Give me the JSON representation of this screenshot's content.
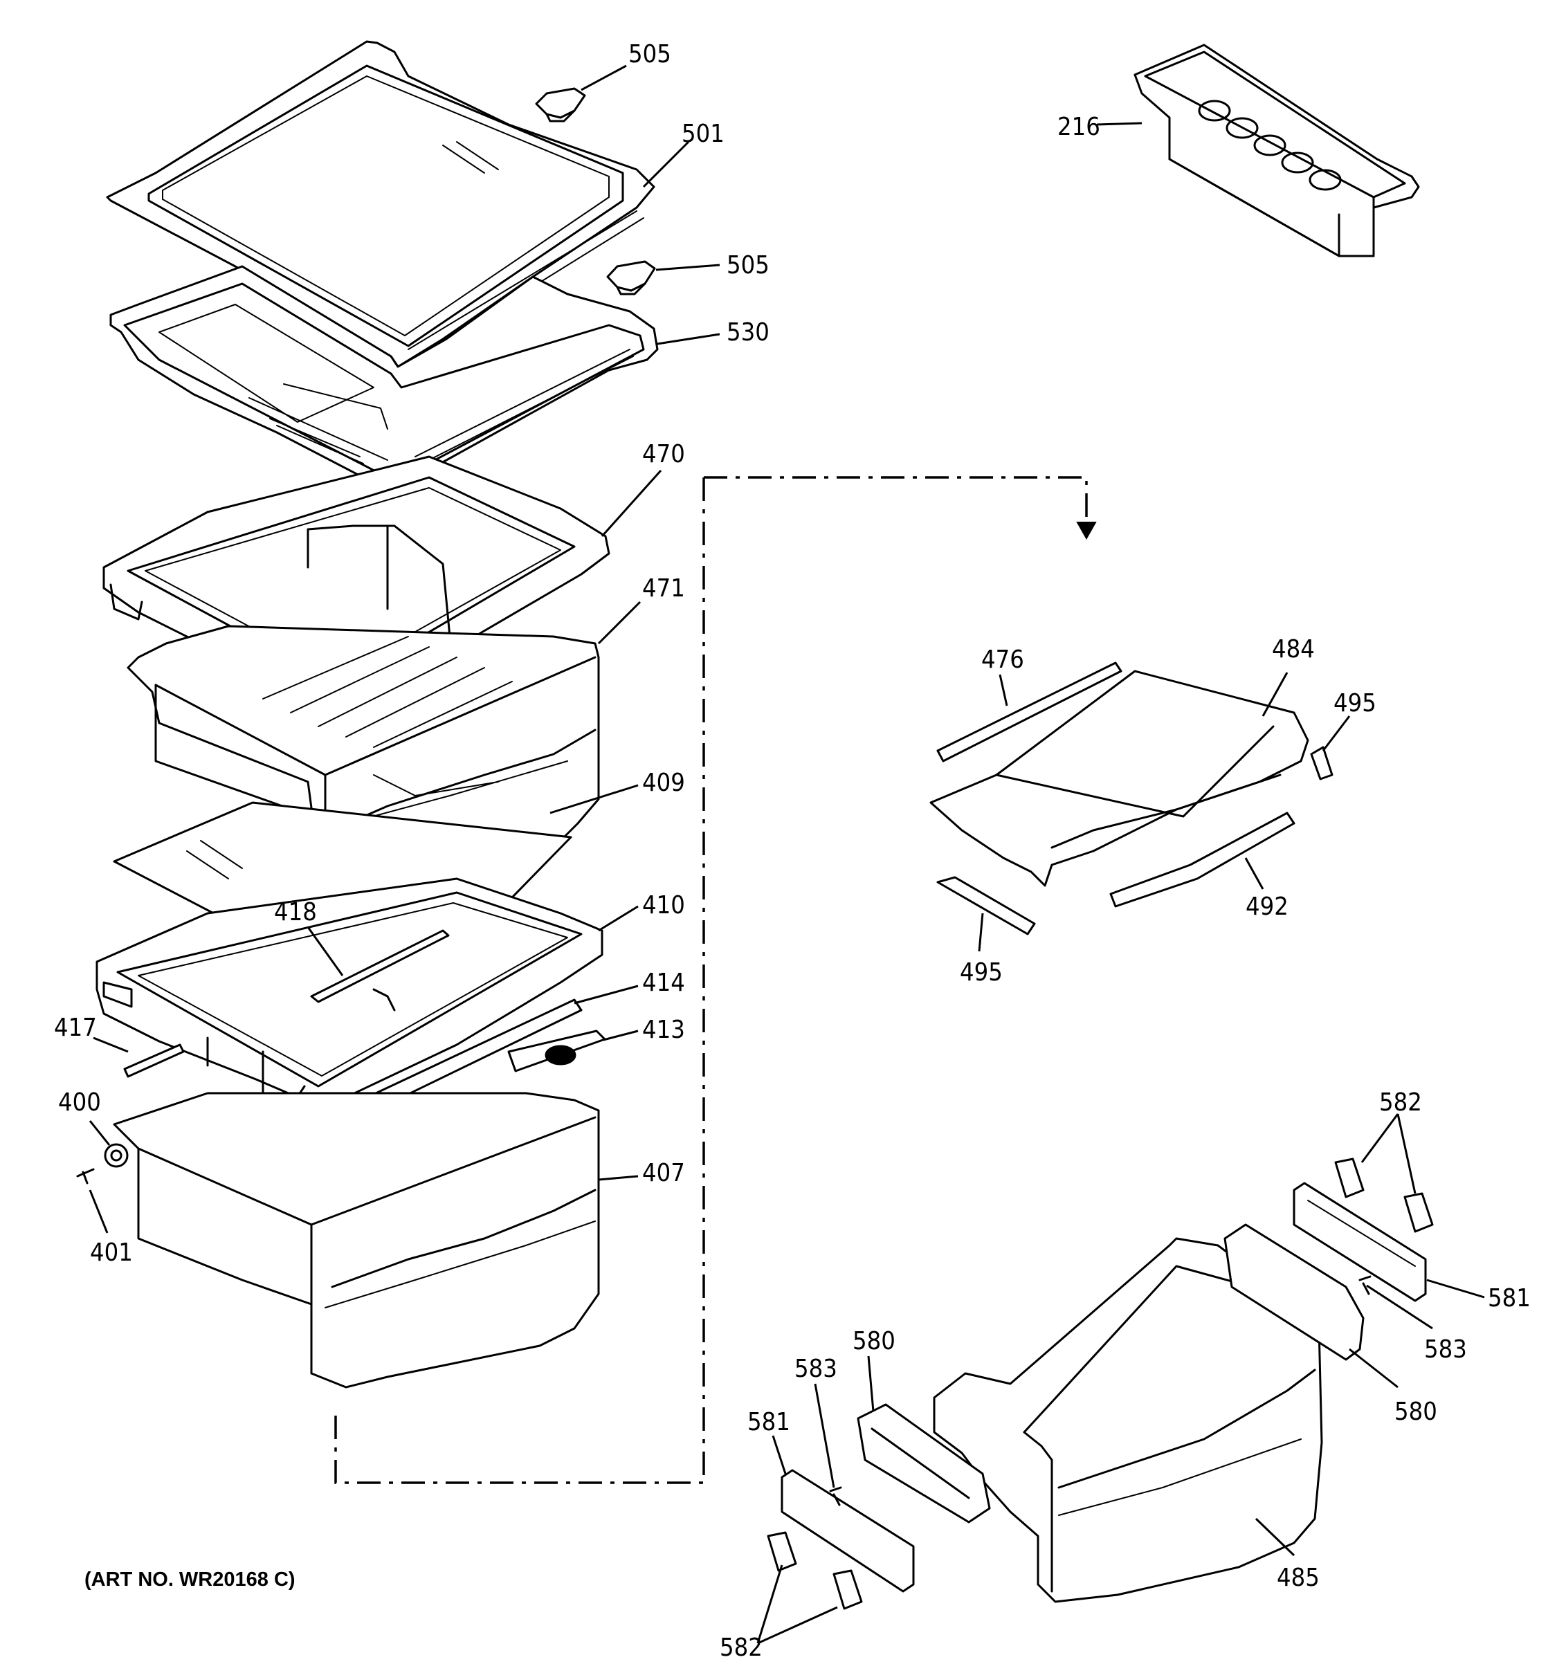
{
  "art_number": "(ART NO. WR20168 C)",
  "callouts": {
    "c505a": "505",
    "c501": "501",
    "c505b": "505",
    "c530": "530",
    "c216": "216",
    "c470": "470",
    "c471": "471",
    "c409": "409",
    "c418": "418",
    "c410": "410",
    "c414": "414",
    "c417": "417",
    "c413": "413",
    "c400": "400",
    "c401": "401",
    "c407": "407",
    "c476": "476",
    "c484": "484",
    "c495a": "495",
    "c492": "492",
    "c495b": "495",
    "c582a": "582",
    "c581a": "581",
    "c583a": "583",
    "c580a": "580",
    "c580b": "580",
    "c583b": "583",
    "c581b": "581",
    "c582b": "582",
    "c485": "485"
  }
}
